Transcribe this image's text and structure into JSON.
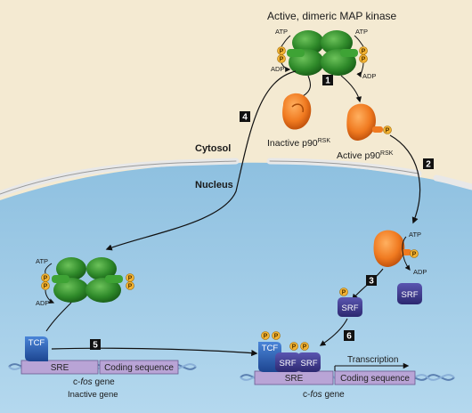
{
  "title": "Active, dimeric MAP kinase",
  "compartments": {
    "cytosol": "Cytosol",
    "nucleus": "Nucleus"
  },
  "molecules": {
    "atp": "ATP",
    "adp": "ADP",
    "phosphate": "P",
    "inactive_rsk_prefix": "Inactive p90",
    "active_rsk_prefix": "Active p90",
    "rsk_superscript": "RSK",
    "srf": "SRF",
    "tcf": "TCF"
  },
  "steps": [
    "1",
    "2",
    "3",
    "4",
    "5",
    "6"
  ],
  "gene_left": {
    "element": "SRE",
    "coding": "Coding sequence",
    "gene_prefix": "c-",
    "gene_italic": "fos",
    "gene_suffix": " gene",
    "status": "Inactive gene"
  },
  "gene_right": {
    "element": "SRE",
    "coding": "Coding sequence",
    "gene_prefix": "c-",
    "gene_italic": "fos",
    "gene_suffix": " gene",
    "process": "Transcription"
  },
  "colors": {
    "cytosol": "#f4ead2",
    "nucleus": "#9ecbe6",
    "kinase": "#2f8a2a",
    "rsk": "#f07a20",
    "phosphate": "#f2b233",
    "srf": "#3f3a8f",
    "tcf": "#2a5fb5",
    "dna_box": "#b9a4d6"
  }
}
